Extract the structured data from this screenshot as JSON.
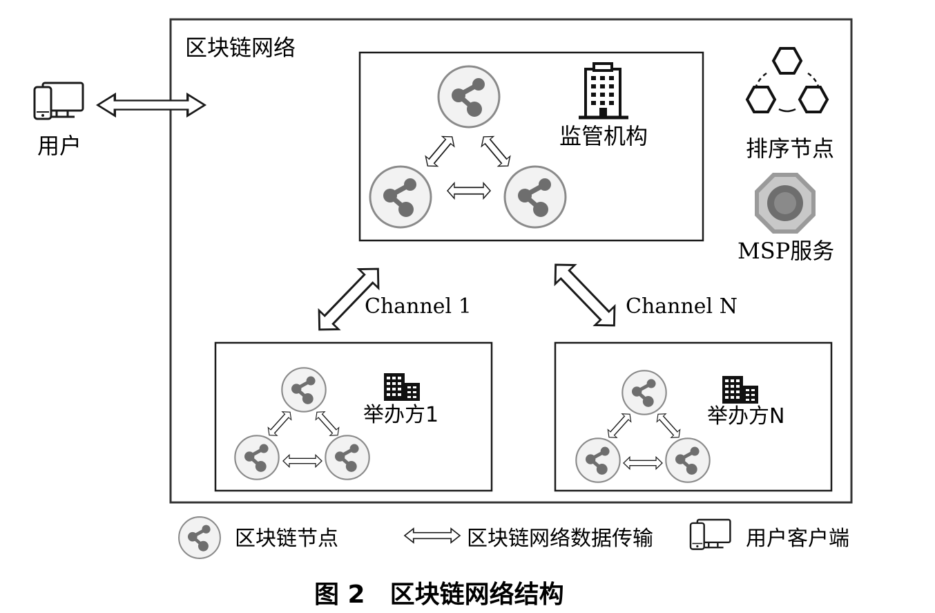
{
  "diagram": {
    "network_label": "区块链网络",
    "user_label": "用户",
    "regulator_label": "监管机构",
    "orderer_label": "排序节点",
    "msp_label": "MSP服务",
    "channel_1_label": "Channel 1",
    "channel_n_label": "Channel N",
    "organizer_1_label": "举办方1",
    "organizer_n_label": "举办方N"
  },
  "legend": {
    "node_label": "区块链节点",
    "transfer_label": "区块链网络数据传输",
    "client_label": "用户客户端"
  },
  "caption": "图 2　区块链网络结构"
}
